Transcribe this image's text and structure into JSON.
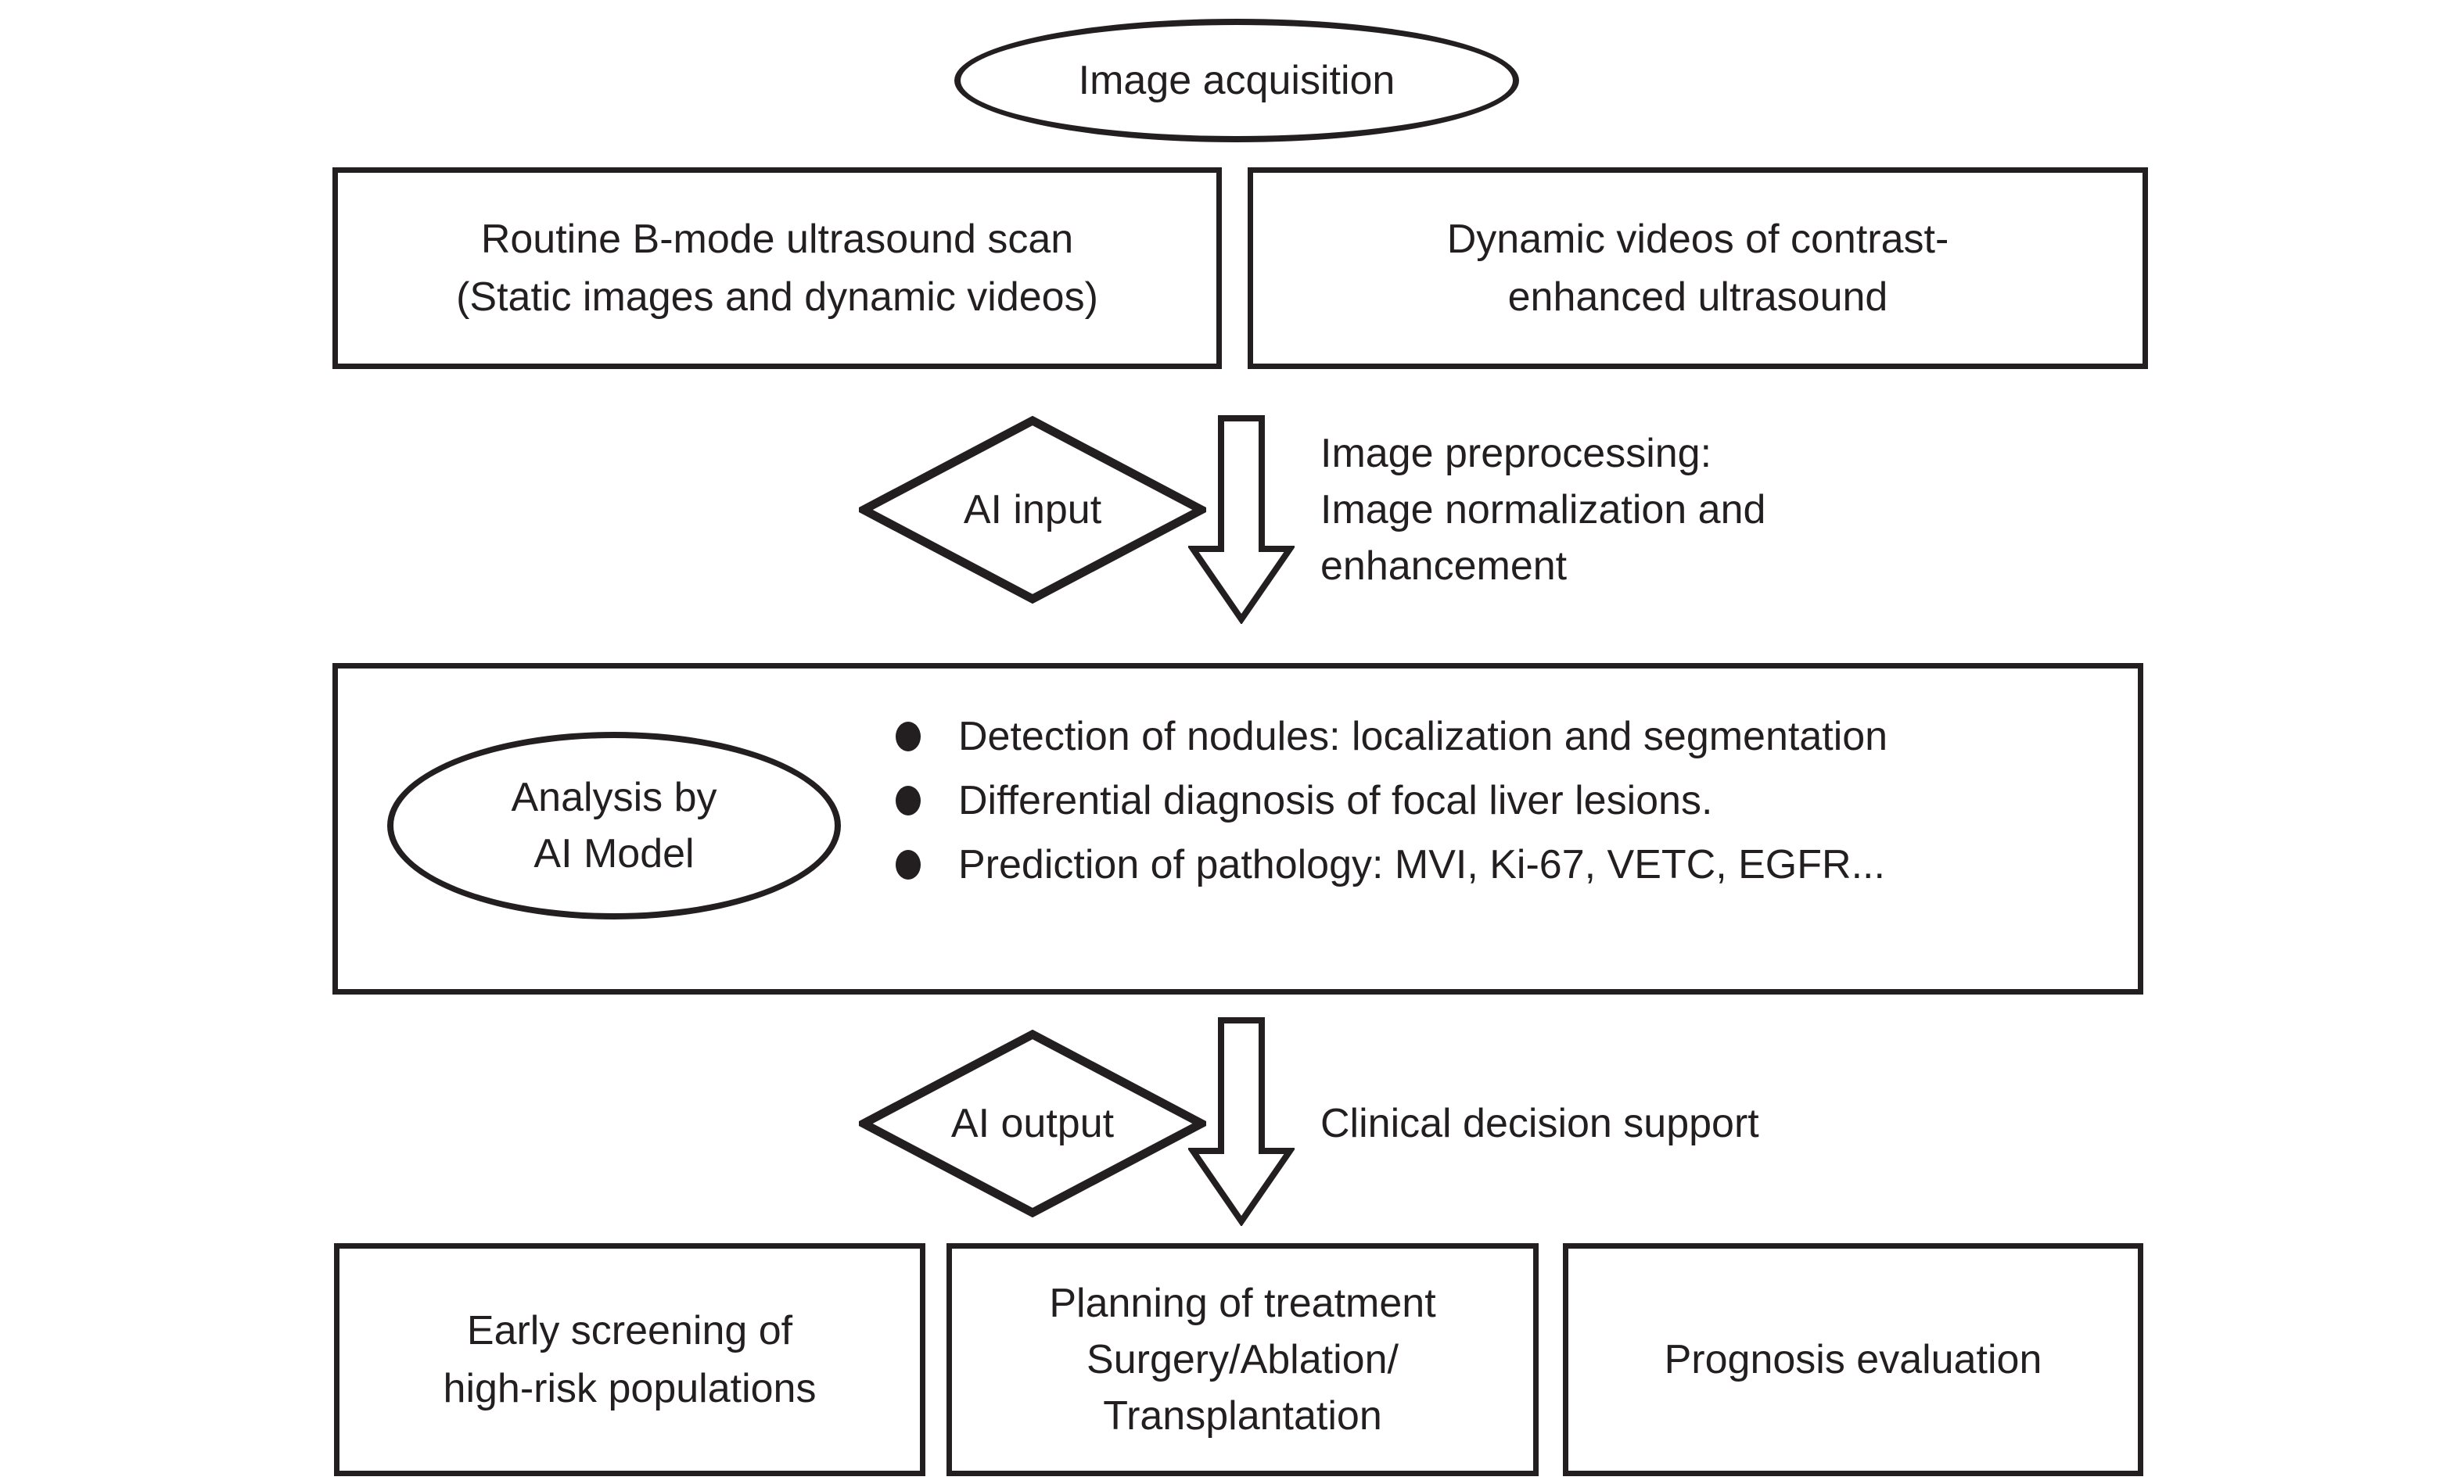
{
  "figure": {
    "colors": {
      "stroke": "#231f20",
      "text": "#231f20",
      "background": "#ffffff"
    },
    "nodes": {
      "image_acquisition": {
        "label": "Image acquisition"
      },
      "routine_bmode": {
        "lines": [
          "Routine B-mode ultrasound scan",
          "(Static images and dynamic videos)"
        ]
      },
      "ceus": {
        "lines": [
          "Dynamic videos of contrast-",
          "enhanced ultrasound"
        ]
      },
      "ai_input": {
        "label": "AI input"
      },
      "preprocessing_note": {
        "lines": [
          "Image preprocessing:",
          "Image normalization and",
          "enhancement"
        ]
      },
      "analysis_ellipse": {
        "lines": [
          "Analysis by",
          "AI Model"
        ]
      },
      "analysis_bullets": [
        "Detection of nodules: localization and segmentation",
        "Differential diagnosis of focal liver lesions.",
        "Prediction of pathology: MVI, Ki-67, VETC, EGFR..."
      ],
      "ai_output": {
        "label": "AI output"
      },
      "clinical_note": {
        "label": "Clinical decision support"
      },
      "early_screening": {
        "lines": [
          "Early screening of",
          "high-risk populations"
        ]
      },
      "treatment_planning": {
        "lines": [
          "Planning of treatment",
          "Surgery/Ablation/",
          "Transplantation"
        ]
      },
      "prognosis": {
        "label": "Prognosis evaluation"
      }
    }
  }
}
